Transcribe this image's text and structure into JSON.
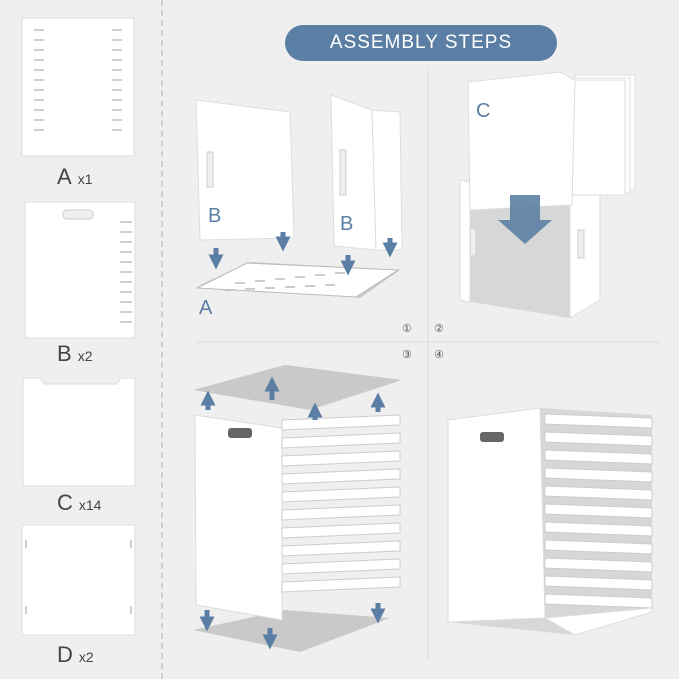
{
  "banner_title": "ASSEMBLY STEPS",
  "parts": [
    {
      "letter": "A",
      "qty": "x1"
    },
    {
      "letter": "B",
      "qty": "x2"
    },
    {
      "letter": "C",
      "qty": "x14"
    },
    {
      "letter": "D",
      "qty": "x2"
    }
  ],
  "steps": [
    "①",
    "②",
    "③",
    "④"
  ],
  "diagram_letters": {
    "a": "A",
    "b": "B",
    "c": "C"
  },
  "colors": {
    "accent": "#5b7fa4",
    "panel": "#ffffff",
    "background": "#efefef",
    "shadow": "#c9c9c9"
  }
}
